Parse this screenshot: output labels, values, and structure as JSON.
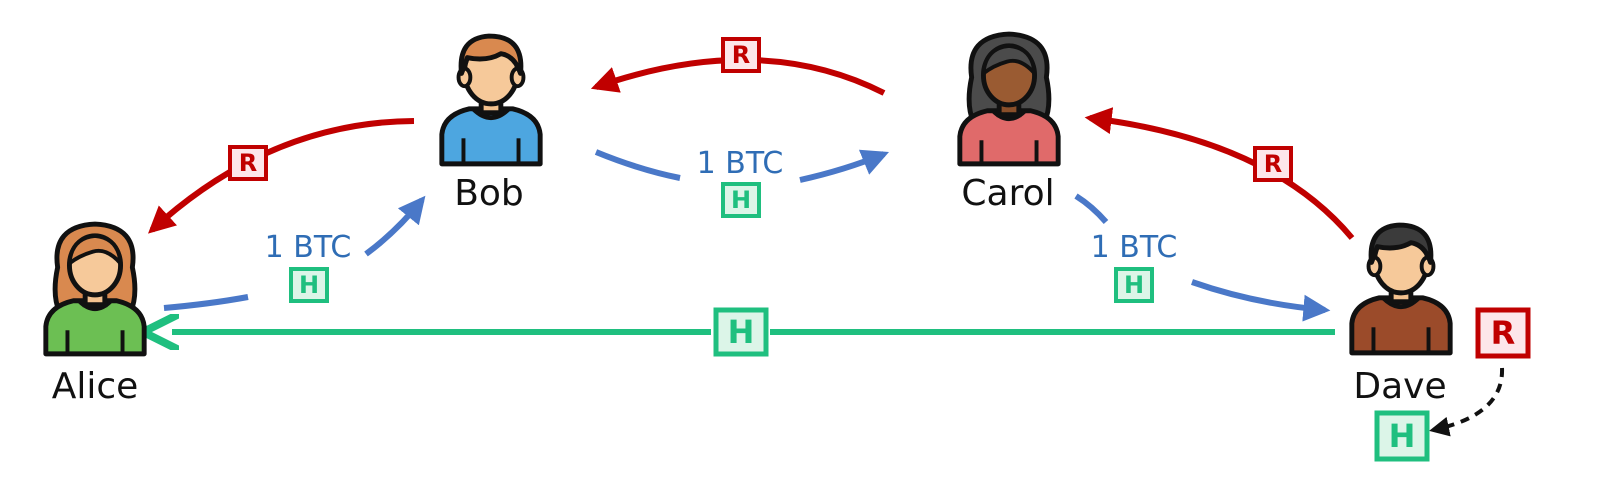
{
  "people": {
    "alice": {
      "name": "Alice"
    },
    "bob": {
      "name": "Bob"
    },
    "carol": {
      "name": "Carol"
    },
    "dave": {
      "name": "Dave"
    }
  },
  "payments": {
    "alice_to_bob": {
      "amount": "1 BTC",
      "hash_badge": "H"
    },
    "bob_to_carol": {
      "amount": "1 BTC",
      "hash_badge": "H"
    },
    "carol_to_dave": {
      "amount": "1 BTC",
      "hash_badge": "H"
    }
  },
  "preimage_returns": {
    "dave_to_carol": {
      "badge": "R"
    },
    "carol_to_bob": {
      "badge": "R"
    },
    "bob_to_alice": {
      "badge": "R"
    }
  },
  "hash_share": {
    "badge": "H"
  },
  "dave_secret": {
    "preimage_badge": "R",
    "hash_badge": "H"
  },
  "colors": {
    "payment_blue": "#4a78c8",
    "preimage_red": "#c00000",
    "hash_green": "#1fbf7f",
    "badge_red_fill": "#fde6ea",
    "badge_green_fill": "#dcf5e8",
    "amount_text_blue": "#2f6db5"
  },
  "icons": {
    "alice": "woman-avatar-icon",
    "bob": "man-avatar-icon",
    "carol": "woman-avatar-icon",
    "dave": "man-avatar-icon"
  }
}
